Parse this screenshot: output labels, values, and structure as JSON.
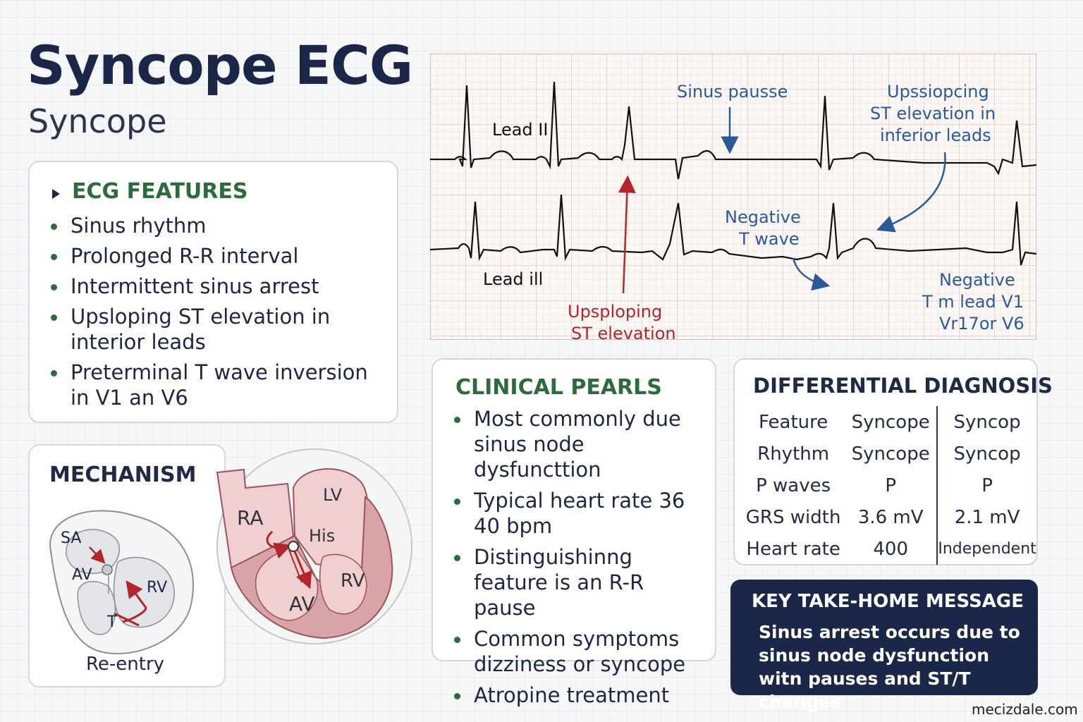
{
  "header": {
    "title": "Syncope ECG",
    "subtitle": "Syncope"
  },
  "ecg_features": {
    "heading": "ECG FEATURES",
    "items": [
      "Sinus rhythm",
      "Prolonged R-R interval",
      "Intermittent sinus arrest",
      "Upsloping ST elevation in interior leads",
      "Preterminal T wave inversion in V1 an V6"
    ]
  },
  "mechanism": {
    "heading": "MECHANISM",
    "labels": {
      "sa": "SA",
      "av": "AV",
      "rv": "RV",
      "t": "T",
      "caption": "Re-entry"
    },
    "heart": {
      "ra": "RA",
      "lv": "LV",
      "his": "His",
      "rv": "RV",
      "av": "AV"
    }
  },
  "ecg_strip": {
    "lead_ii": "Lead II",
    "lead_iii": "Lead ill",
    "sinus_pause": "Sinus pausse",
    "upsloping_blue": [
      "Upssiopcing",
      "ST elevation in",
      "inferior leads"
    ],
    "negative_t": [
      "Negative",
      "T wave"
    ],
    "upsloping_red": [
      "Upsploping",
      "ST elevation"
    ],
    "negative_t_v1": [
      "Negative",
      "T m lead V1",
      "Vr17or V6"
    ]
  },
  "clinical_pearls": {
    "heading": "CLINICAL PEARLS",
    "items": [
      "Most commonly due sinus node dysfuncttion",
      "Typical heart rate 36  40 bpm",
      "Distinguishinng feature is an R-R pause",
      "Common symptoms dizziness or  syncope",
      "Atropine treatment"
    ]
  },
  "differential": {
    "heading": "DIFFERENTIAL DIAGNOSIS",
    "rows": [
      [
        "Feature",
        "Syncope",
        "Syncop"
      ],
      [
        "Rhythm",
        "Syncope",
        "Syncop"
      ],
      [
        "P waves",
        "P",
        "P"
      ],
      [
        "GRS width",
        "3.6 mV",
        "2.1 mV"
      ],
      [
        "Heart rate",
        "400",
        "Independent"
      ]
    ]
  },
  "key_message": {
    "heading": "KEY TAKE-HOME MESSAGE",
    "body": "Sinus arrest occurs due to sinus node dysfunction witn pauses and ST/T changes"
  },
  "footer": {
    "site": "mecizdale.com"
  },
  "colors": {
    "navy": "#1b2748",
    "green": "#2e6b3c",
    "red": "#b3252b",
    "blue": "#2a5a9a"
  }
}
